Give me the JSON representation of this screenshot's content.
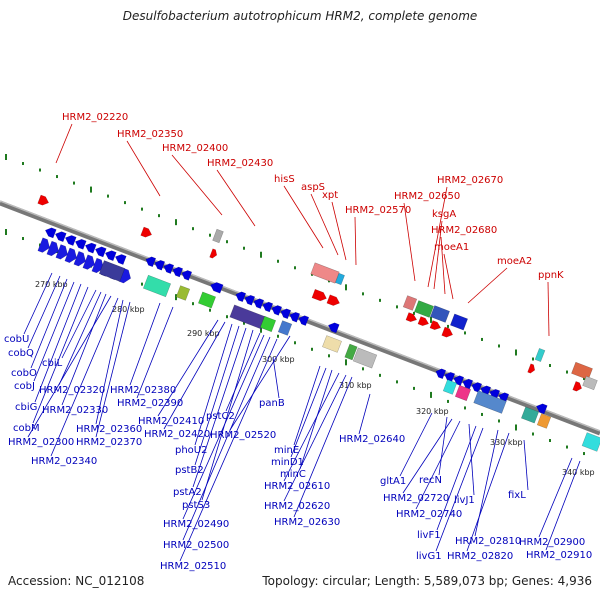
{
  "title": "Desulfobacterium autotrophicum HRM2, complete genome",
  "accession": "Accession: NC_012108",
  "summary": "Topology: circular; Length: 5,589,073 bp; Genes: 4,936",
  "colors": {
    "backbone": "#888888",
    "tick": "#1f7a1f",
    "label_forward": "#cc0000",
    "label_reverse": "#0000bb",
    "gene_forward": "#ee0000",
    "gene_reverse": "#0000dd"
  },
  "kbp_labels": [
    "270 kbp",
    "280 kbp",
    "290 kbp",
    "300 kbp",
    "310 kbp",
    "320 kbp",
    "330 kbp",
    "340 kbp"
  ],
  "forward_labels": [
    "HRM2_02220",
    "HRM2_02350",
    "HRM2_02400",
    "HRM2_02430",
    "hisS",
    "aspS",
    "xpt",
    "HRM2_02570",
    "HRM2_02650",
    "HRM2_02670",
    "ksgA",
    "HRM2_02680",
    "moeA1",
    "moeA2",
    "ppnK"
  ],
  "reverse_labels": [
    "cobU",
    "cobQ",
    "cobO",
    "cobJ",
    "cbiG",
    "cobM",
    "cbiL",
    "HRM2_02320",
    "HRM2_02330",
    "HRM2_02300",
    "HRM2_02340",
    "HRM2_02360",
    "HRM2_02370",
    "HRM2_02380",
    "HRM2_02390",
    "HRM2_02410",
    "HRM2_02420",
    "phoU2",
    "pstB2",
    "pstA2",
    "pstS3",
    "pstC2",
    "HRM2_02520",
    "HRM2_02490",
    "HRM2_02500",
    "HRM2_02510",
    "panB",
    "minE",
    "minD1",
    "minC",
    "HRM2_02610",
    "HRM2_02620",
    "HRM2_02630",
    "HRM2_02640",
    "gltA1",
    "recN",
    "HRM2_02720",
    "HRM2_02740",
    "livJ1",
    "livF1",
    "livG1",
    "HRM2_02810",
    "HRM2_02820",
    "fixL",
    "HRM2_02900",
    "HRM2_02910"
  ]
}
